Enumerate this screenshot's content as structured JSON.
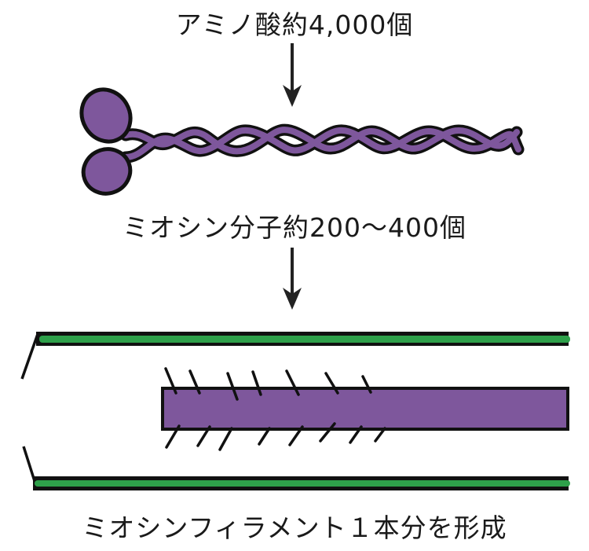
{
  "labels": {
    "amino_acids": "アミノ酸約4,000個",
    "myosin_molecules": "ミオシン分子約200〜400個",
    "myosin_filament": "ミオシンフィラメント１本分を形成"
  },
  "colors": {
    "myosin": "#7e579c",
    "actin": "#2ea04a",
    "outline": "#111111"
  }
}
